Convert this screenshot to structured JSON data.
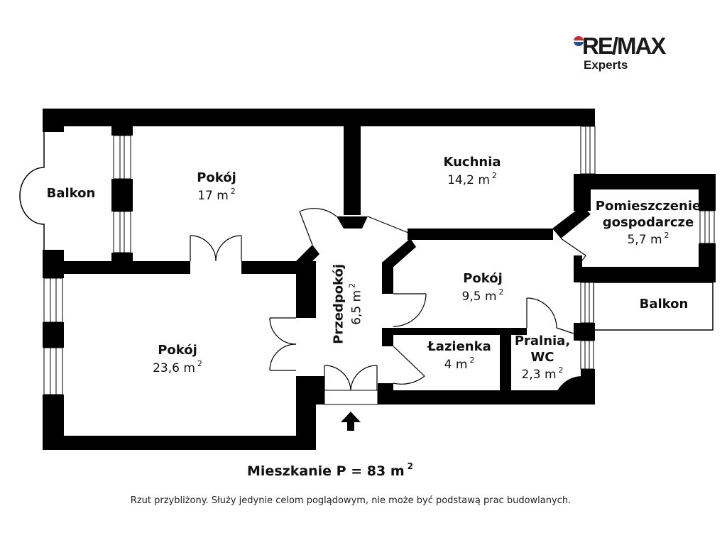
{
  "logo": {
    "brand": "RE/MAX",
    "sub": "Experts"
  },
  "rooms": {
    "balkon_left": {
      "name": "Balkon"
    },
    "pokoj_top": {
      "name": "Pokój",
      "area": "17 m",
      "sup": "2"
    },
    "kuchnia": {
      "name": "Kuchnia",
      "area": "14,2 m",
      "sup": "2"
    },
    "pomieszczenie": {
      "name1": "Pomieszczenie",
      "name2": "gospodarcze",
      "area": "5,7 m",
      "sup": "2"
    },
    "pokoj_big": {
      "name": "Pokój",
      "area": "23,6 m",
      "sup": "2"
    },
    "przedpokoj": {
      "name": "Przedpokój",
      "area": "6,5 m",
      "sup": "2"
    },
    "pokoj_mid": {
      "name": "Pokój",
      "area": "9,5 m",
      "sup": "2"
    },
    "balkon_right": {
      "name": "Balkon"
    },
    "lazienka": {
      "name": "Łazienka",
      "area": "4 m",
      "sup": "2"
    },
    "pralnia": {
      "name1": "Pralnia,",
      "name2": "WC",
      "area": "2,3 m",
      "sup": "2"
    }
  },
  "total": {
    "text": "Mieszkanie P = 83 m",
    "sup": "2"
  },
  "disclaimer": "Rzut przybliżony. Służy jedynie celom poglądowym, nie może być podstawą prac budowlanych."
}
